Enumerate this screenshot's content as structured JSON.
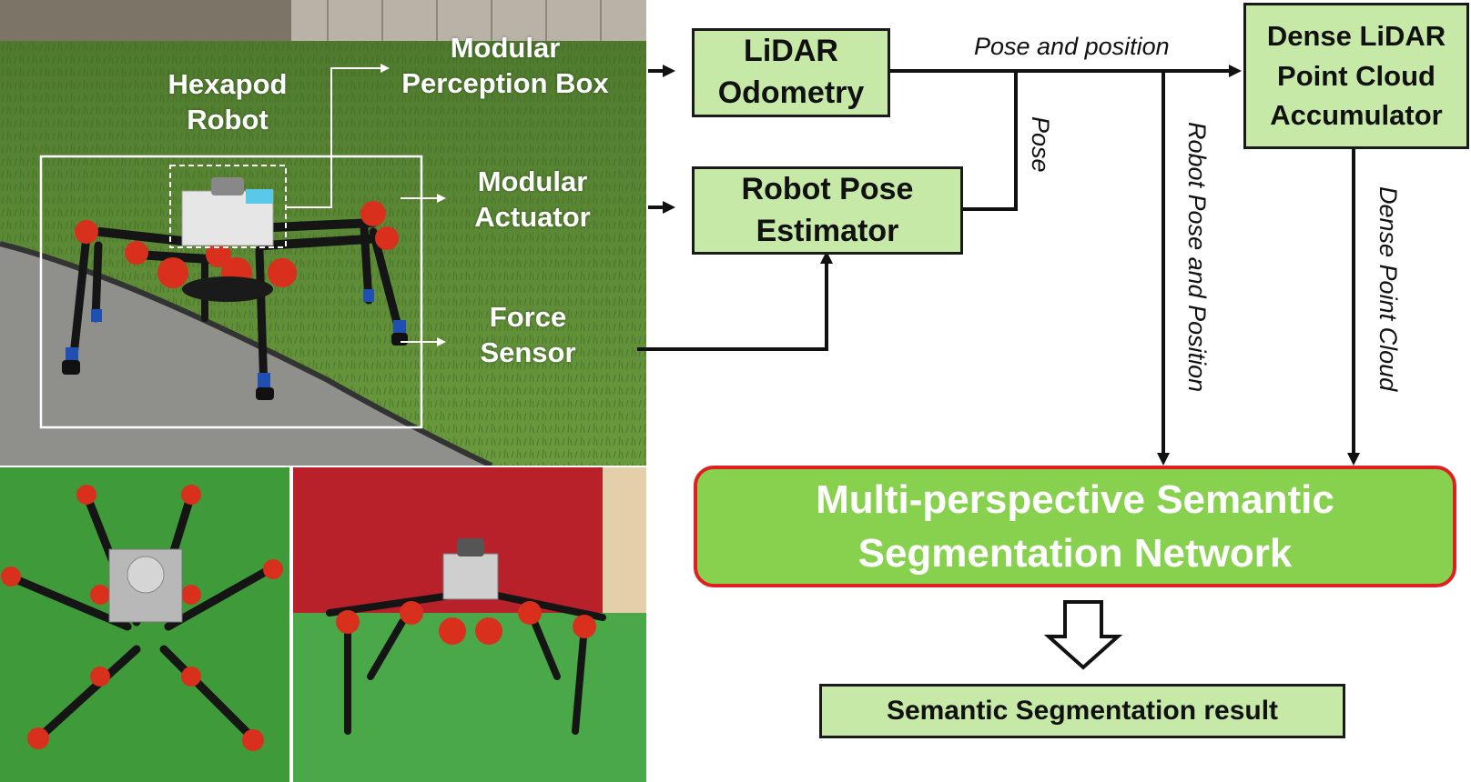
{
  "photo": {
    "hexapod_robot": "Hexapod\nRobot",
    "modular_perception_box": "Modular\nPerception Box",
    "modular_actuator": "Modular\nActuator",
    "force_sensor": "Force\nSensor"
  },
  "nodes": {
    "lidar_odometry": "LiDAR\nOdometry",
    "robot_pose_estimator": "Robot Pose\nEstimator",
    "dense_accumulator": "Dense LiDAR\nPoint Cloud\nAccumulator",
    "segmentation_network": "Multi-perspective Semantic\nSegmentation Network",
    "segmentation_result": "Semantic Segmentation result"
  },
  "edges": {
    "pose_and_position": "Pose and position",
    "pose": "Pose",
    "robot_pose_and_position": "Robot Pose and Position",
    "dense_point_cloud": "Dense Point Cloud"
  },
  "colors": {
    "box_fill": "#c6e9a8",
    "network_fill": "#88d14f",
    "network_border": "#e02020",
    "grass": "#5f8a3a",
    "turf": "#3f9a3a",
    "actuator_red": "#d8301c"
  }
}
